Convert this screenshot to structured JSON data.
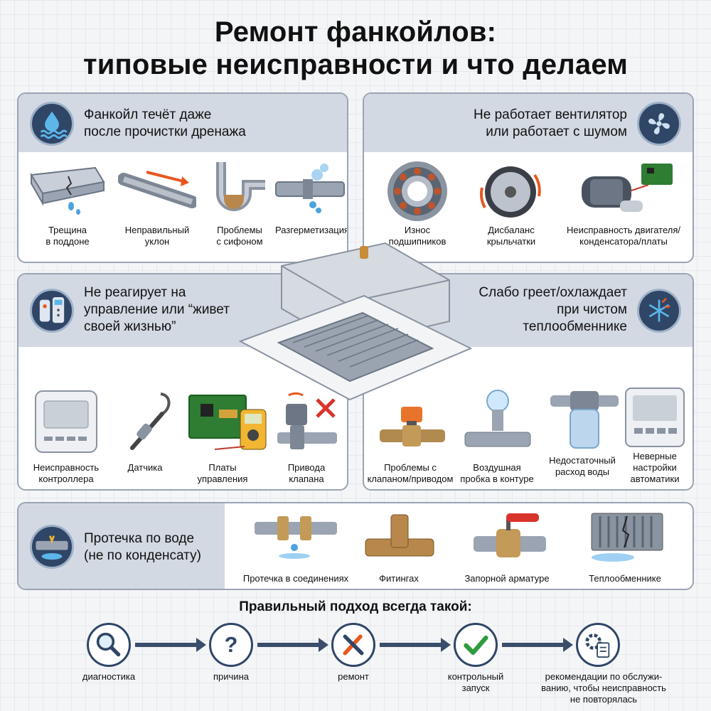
{
  "title": {
    "line1": "Ремонт фанкойлов:",
    "line2": "типовые неисправности и что делаем"
  },
  "panels": {
    "leak_drain": {
      "heading": "Фанкойл течёт даже\nпосле прочистки дренажа",
      "icon": "water-drop-icon",
      "items": [
        {
          "label": "Трещина\nв поддоне",
          "icon": "cracked-tray-icon"
        },
        {
          "label": "Неправильный\nуклон",
          "icon": "slope-pipe-icon"
        },
        {
          "label": "Проблемы\nс сифоном",
          "icon": "siphon-icon"
        },
        {
          "label": "Разгерметизация",
          "icon": "leaking-pipe-icon"
        }
      ]
    },
    "fan": {
      "heading": "Не работает вентилятор\nили работает с шумом",
      "icon": "fan-icon",
      "items": [
        {
          "label": "Износ\nподшипников",
          "icon": "bearing-icon"
        },
        {
          "label": "Дисбаланс\nкрыльчатки",
          "icon": "impeller-icon"
        },
        {
          "label": "Неисправность двигателя/\nконденсатора/платы",
          "icon": "motor-icon"
        }
      ]
    },
    "control": {
      "heading": "Не реагирует на\nуправление или “живет\nсвоей жизнью”",
      "icon": "remote-control-icon",
      "items": [
        {
          "label": "Неисправность\nконтроллера",
          "icon": "controller-icon"
        },
        {
          "label": "Датчика",
          "icon": "sensor-icon"
        },
        {
          "label": "Платы\nуправления",
          "icon": "circuit-board-icon"
        },
        {
          "label": "Привода\nклапана",
          "icon": "valve-actuator-icon"
        }
      ]
    },
    "heating": {
      "heading": "Слабо греет/охлаждает\nпри чистом\nтеплообменнике",
      "icon": "snowflake-sun-icon",
      "items": [
        {
          "label": "Проблемы с\nклапаном/приводом",
          "icon": "valve-icon"
        },
        {
          "label": "Воздушная\nпробка в контуре",
          "icon": "air-bubble-icon"
        },
        {
          "label": "Недостаточный\nрасход воды",
          "icon": "filter-icon"
        },
        {
          "label": "Неверные\nнастройки\nавтоматики",
          "icon": "thermostat-icon"
        }
      ]
    },
    "water_leak": {
      "heading": "Протечка по воде\n(не по конденсату)",
      "icon": "pipe-leak-icon",
      "items": [
        {
          "label": "Протечка в соединениях",
          "icon": "joint-leak-icon"
        },
        {
          "label": "Фитингах",
          "icon": "fitting-icon"
        },
        {
          "label": "Запорной арматуре",
          "icon": "ball-valve-icon"
        },
        {
          "label": "Теплообменнике",
          "icon": "heat-exchanger-icon"
        }
      ]
    }
  },
  "process": {
    "title": "Правильный подход всегда такой:",
    "steps": [
      {
        "label": "диагностика",
        "icon": "magnifier-icon"
      },
      {
        "label": "причина",
        "icon": "question-icon"
      },
      {
        "label": "ремонт",
        "icon": "tools-icon"
      },
      {
        "label": "контрольный\nзапуск",
        "icon": "checkmark-icon"
      },
      {
        "label": "рекомендации по обслужи-\nванию, чтобы неисправность\nне повторялась",
        "icon": "gear-checklist-icon"
      }
    ]
  },
  "colors": {
    "panel_header": "#d3d9e3",
    "badge": "#2f4667",
    "accent_orange": "#e8571e",
    "water": "#4aa3df"
  }
}
